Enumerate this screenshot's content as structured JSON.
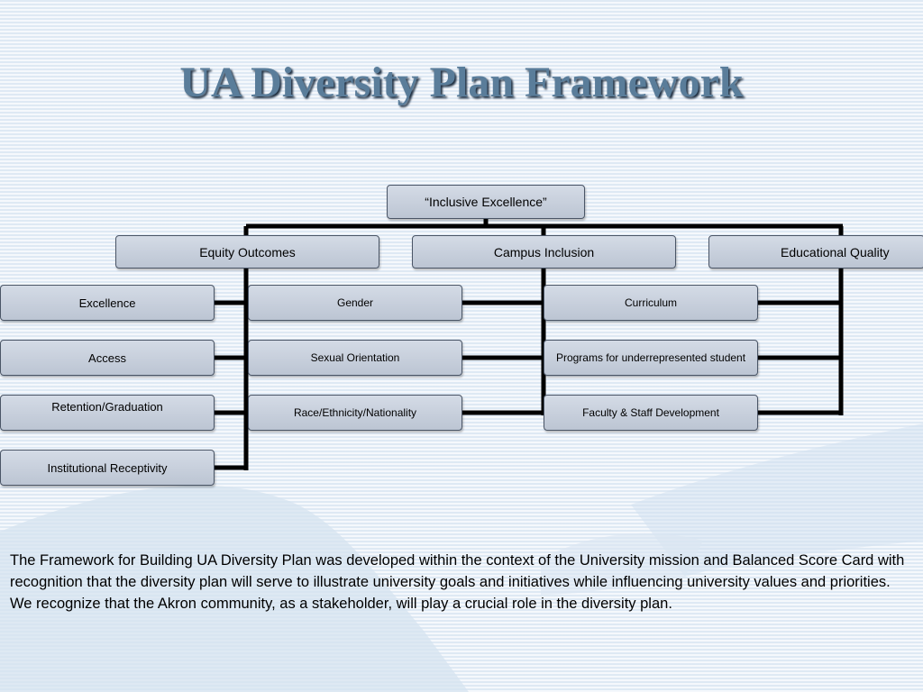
{
  "slide": {
    "title": "UA Diversity Plan Framework",
    "description": "The Framework for Building UA Diversity Plan was developed within the context of the University mission and Balanced Score Card with recognition that the diversity plan will serve to illustrate university goals and initiatives while influencing university values and priorities.  We recognize that the Akron community, as a stakeholder,  will play a crucial role in the diversity plan."
  },
  "diagram": {
    "root": "“Inclusive Excellence”",
    "categories": [
      "Equity Outcomes",
      "Campus Inclusion",
      "Educational Quality"
    ],
    "equity_outcomes": [
      "Excellence",
      "Access",
      "Retention/Graduation",
      "Institutional Receptivity"
    ],
    "campus_inclusion": [
      "Gender",
      "Sexual Orientation",
      "Race/Ethnicity/Nationality"
    ],
    "educational_quality": [
      "Curriculum",
      "Programs for underrepresented student",
      "Faculty & Staff Development"
    ]
  },
  "colors": {
    "title": "#5a7d9a",
    "box_fill": "#c8d0dc",
    "connector": "#000000",
    "background": "#e8f0f8"
  }
}
